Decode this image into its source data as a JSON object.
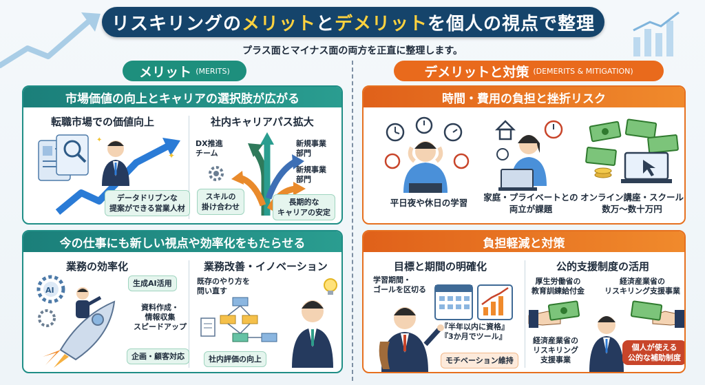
{
  "title": {
    "part1": "リスキリングの",
    "highlight1": "メリット",
    "part2": "と",
    "highlight2": "デメリット",
    "part3": "を個人の視点で整理"
  },
  "subtitle": "プラス面とマイナス面の両方を正直に整理します。",
  "merits": {
    "heading": "メリット",
    "heading_en": "(MERITS)",
    "panel1": {
      "title": "市場価値の向上とキャリアの選択肢が広がる",
      "left_title": "転職市場での価値向上",
      "left_label": "データドリブンな\n提案ができる営業人材",
      "right_title": "社内キャリアパス拡大",
      "dx_label": "DX推進\nチーム",
      "new_dept_1": "新規事業\n部門",
      "new_dept_2": "新規事業\n部門",
      "skill_label": "スキルの\n掛け合わせ",
      "stability_label": "長期的な\nキャリアの安定"
    },
    "panel2": {
      "title": "今の仕事にも新しい視点や効率化をもたらせる",
      "left_title": "業務の効率化",
      "ai_icon_text": "AI",
      "genai_label": "生成AI活用",
      "docs_label": "資料作成・\n情報収集\nスピードアップ",
      "planning_label": "企画・顧客対応",
      "right_title": "業務改善・イノベーション",
      "rethink_label": "既存のやり方を\n問い直す",
      "eval_label": "社内評価の向上"
    }
  },
  "demerits": {
    "heading": "デメリットと対策",
    "heading_en": "(DEMERITS & MITIGATION)",
    "panel1": {
      "title": "時間・費用の負担と挫折リスク",
      "cap1": "平日夜や休日の学習",
      "cap2": "家庭・プライベートとの\n両立が課題",
      "cap3": "オンライン講座・スクール\n数万〜数十万円"
    },
    "panel2": {
      "title": "負担軽減と対策",
      "left_title": "目標と期間の明確化",
      "period_label": "学習期間・\nゴールを区切る",
      "quote": "『半年以内に資格』\n『3か月でツール』",
      "motivation_label": "モチベーション維持",
      "right_title": "公的支援制度の活用",
      "mhlw_label": "厚生労働省の\n教育訓練給付金",
      "meti_label": "経済産業省の\nリスキリング支援事業",
      "meti_label_2": "経済産業省の\nリスキリング\n支援事業",
      "personal_label": "個人が使える\n公的な補助制度"
    }
  },
  "colors": {
    "navy": "#15446b",
    "teal": "#1e8f7d",
    "orange": "#e96a1c",
    "highlight": "#ffd23f"
  }
}
